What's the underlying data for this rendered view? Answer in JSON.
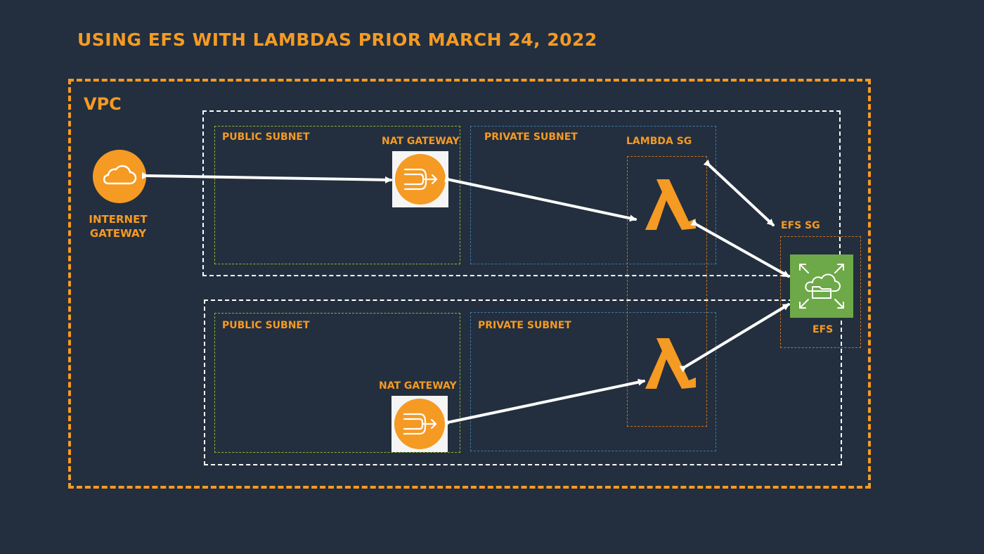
{
  "title": "USING EFS WITH LAMBDAS PRIOR MARCH 24, 2022",
  "vpc": {
    "label": "VPC"
  },
  "internet_gateway": {
    "label": "INTERNET GATEWAY",
    "icon": "cloud-icon"
  },
  "zones": [
    {
      "public_subnet": {
        "label": "PUBLIC SUBNET",
        "nat_gateway": {
          "label": "NAT GATEWAY",
          "icon": "nat-gateway-icon"
        }
      },
      "private_subnet": {
        "label": "PRIVATE SUBNET",
        "lambda": {
          "icon": "lambda-icon"
        }
      }
    },
    {
      "public_subnet": {
        "label": "PUBLIC SUBNET",
        "nat_gateway": {
          "label": "NAT GATEWAY",
          "icon": "nat-gateway-icon"
        }
      },
      "private_subnet": {
        "label": "PRIVATE SUBNET",
        "lambda": {
          "icon": "lambda-icon"
        }
      }
    }
  ],
  "lambda_sg": {
    "label": "LAMBDA SG"
  },
  "efs_sg": {
    "label": "EFS SG"
  },
  "efs": {
    "label": "EFS",
    "icon": "efs-icon"
  },
  "colors": {
    "background": "#232f3e",
    "accent": "#f59a23",
    "efs": "#6da948",
    "public_subnet_border": "#8fb33a",
    "private_subnet_border": "#3f78a8",
    "security_group_border": "#c8701e",
    "arrow": "#ffffff"
  }
}
